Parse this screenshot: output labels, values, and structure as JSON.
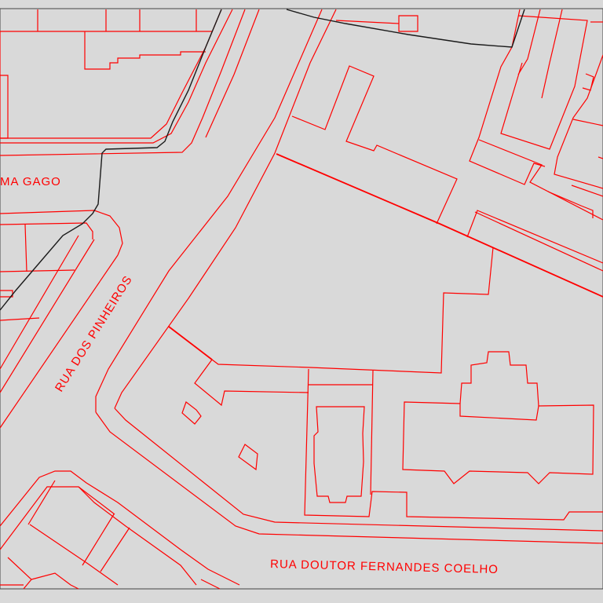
{
  "map": {
    "colors": {
      "background": "#d9d9d9",
      "parcel_lines": "#ff0000",
      "boundary_line": "#1a1a1a",
      "frame": "#444444"
    },
    "street_labels": {
      "gago": "MA  GAGO",
      "pinheiros": "RUA  DOS  PINHEIROS",
      "fernandes_coelho": "RUA  DOUTOR  FERNANDES  COELHO"
    }
  }
}
